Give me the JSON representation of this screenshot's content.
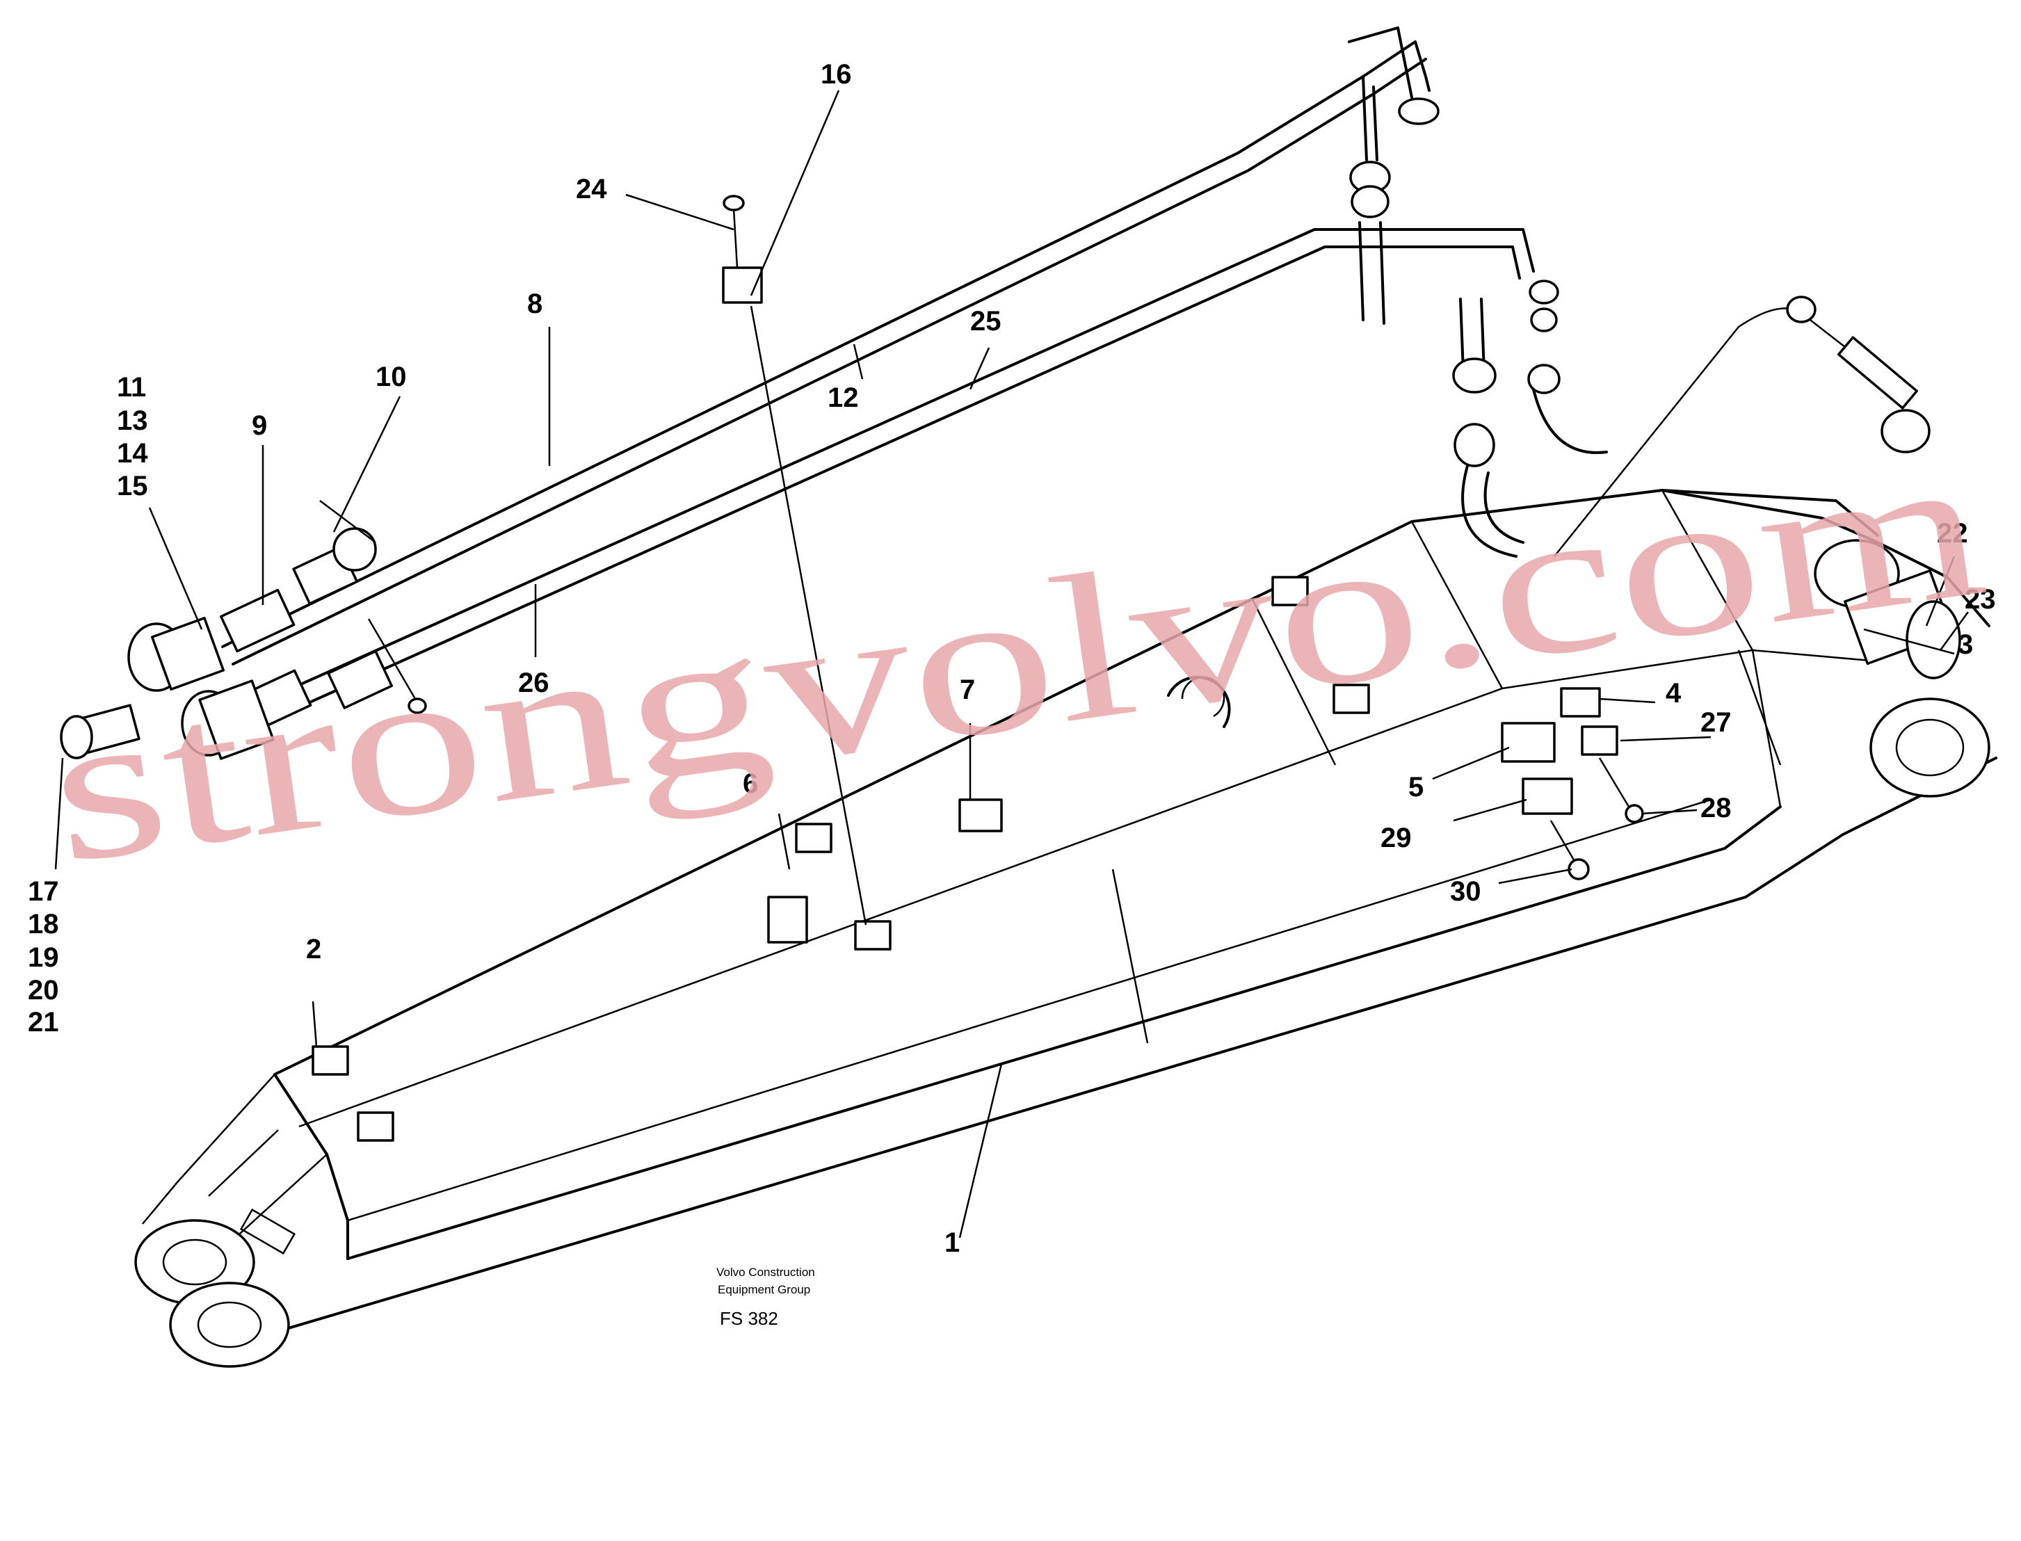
{
  "diagram": {
    "callouts": [
      "1",
      "2",
      "3",
      "4",
      "5",
      "6",
      "7",
      "8",
      "9",
      "10",
      "11",
      "12",
      "13",
      "14",
      "15",
      "16",
      "17",
      "18",
      "19",
      "20",
      "21",
      "22",
      "23",
      "24",
      "25",
      "26",
      "27",
      "28",
      "29",
      "30"
    ],
    "caption": {
      "line1": "Volvo Construction",
      "line2": "Equipment Group",
      "code": "FS 382"
    },
    "watermark": "strongvolvo.com"
  }
}
